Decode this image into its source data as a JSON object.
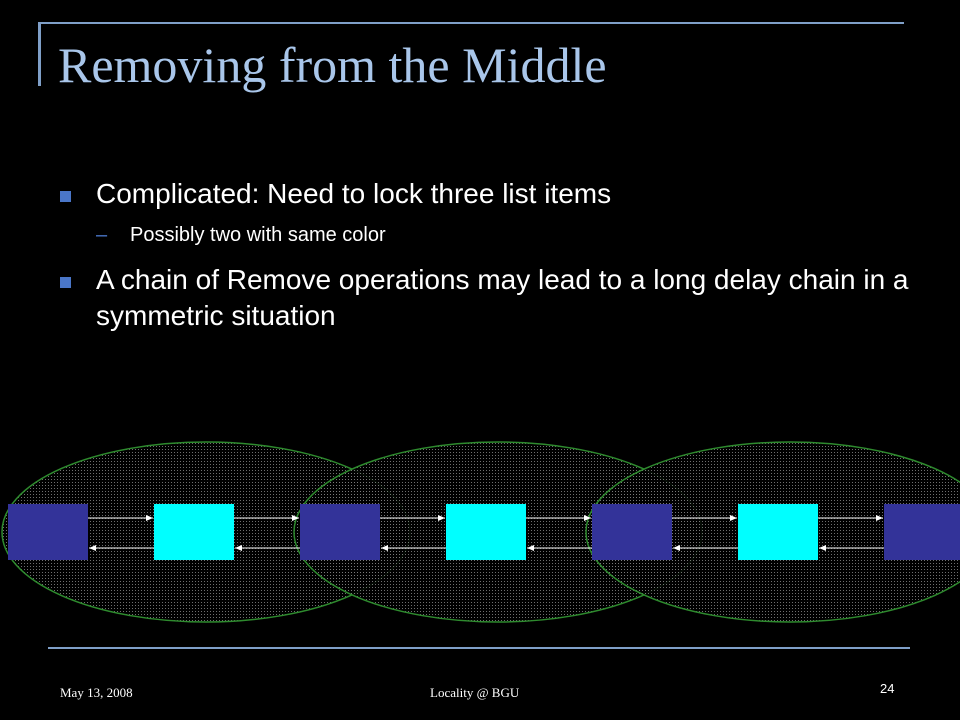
{
  "slide": {
    "title": "Removing from the Middle",
    "bullets": [
      {
        "text": "Complicated: Need to lock three list items",
        "sub": [
          "Possibly two with same color"
        ]
      },
      {
        "text": "A chain of Remove operations may lead to a long delay chain in a symmetric situation",
        "sub": []
      }
    ],
    "footer": {
      "date": "May 13, 2008",
      "center": "Locality @ BGU",
      "page_number": "24"
    }
  },
  "diagram": {
    "nodes": [
      {
        "color": "#333399"
      },
      {
        "color": "#00ffff"
      },
      {
        "color": "#333399"
      },
      {
        "color": "#00ffff"
      },
      {
        "color": "#333399"
      },
      {
        "color": "#00ffff"
      },
      {
        "color": "#333399"
      }
    ],
    "links": "doubly-linked",
    "lock_groups": 3,
    "group_border_color": "#2e8b2e"
  },
  "colors": {
    "title": "#a9c6ea",
    "bullet_marker": "#4a76c8",
    "frame_line": "#7f9fc8",
    "background": "#000000"
  }
}
